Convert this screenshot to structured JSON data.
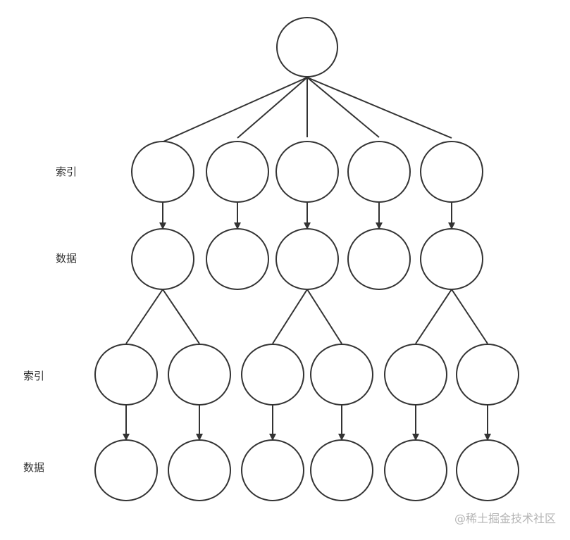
{
  "labels": {
    "index": "索引",
    "data": "数据"
  },
  "watermark": "@稀土掘金技术社区",
  "colors": {
    "stroke": "#333333",
    "fill": "#ffffff",
    "label": "#333333",
    "watermark": "#b5b5b5"
  }
}
